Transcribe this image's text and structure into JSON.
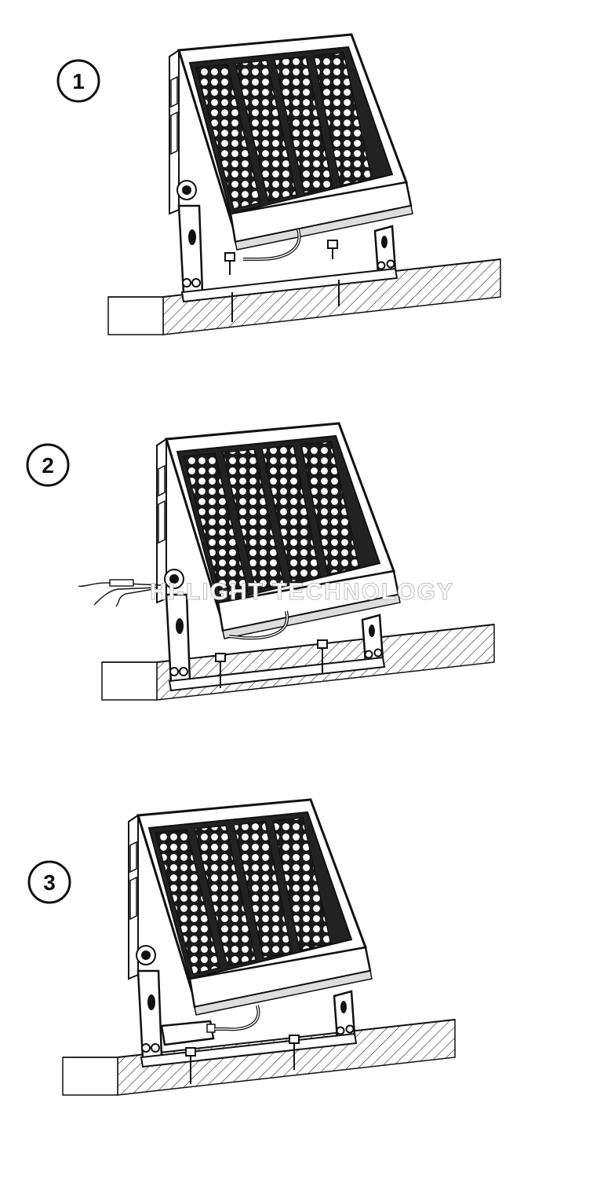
{
  "steps": [
    {
      "number": "1"
    },
    {
      "number": "2"
    },
    {
      "number": "3"
    }
  ],
  "watermark": "HI-LIGHT TECHNOLOGY",
  "colors": {
    "ink": "#111111",
    "paper": "#ffffff",
    "watermark": "#cfcfcf"
  }
}
